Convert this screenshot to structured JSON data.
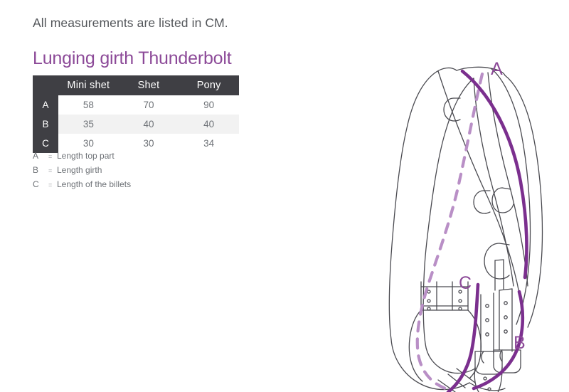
{
  "document": {
    "intro_note": "All measurements are listed in CM.",
    "product_title": "Lunging girth Thunderbolt"
  },
  "table": {
    "corner_header": "",
    "columns": [
      "Mini shet",
      "Shet",
      "Pony"
    ],
    "rows": [
      {
        "key": "A",
        "values": [
          "58",
          "70",
          "90"
        ]
      },
      {
        "key": "B",
        "values": [
          "35",
          "40",
          "40"
        ]
      },
      {
        "key": "C",
        "values": [
          "30",
          "30",
          "34"
        ]
      }
    ]
  },
  "legend": {
    "equals": "=",
    "items": [
      {
        "key": "A",
        "text": "Length top part"
      },
      {
        "key": "B",
        "text": "Length girth"
      },
      {
        "key": "C",
        "text": "Length of the billets"
      }
    ]
  },
  "diagram": {
    "labels": {
      "a": "A",
      "b": "B",
      "c": "C"
    }
  },
  "colors": {
    "title_purple": "#8c4a98",
    "measure_purple": "#7b2f8e",
    "dashed_purple": "#b98fc6",
    "table_header_bg": "#3f3f44",
    "table_stripe": "#f2f2f2",
    "body_text": "#6e7277",
    "outline": "#4a4a50"
  }
}
